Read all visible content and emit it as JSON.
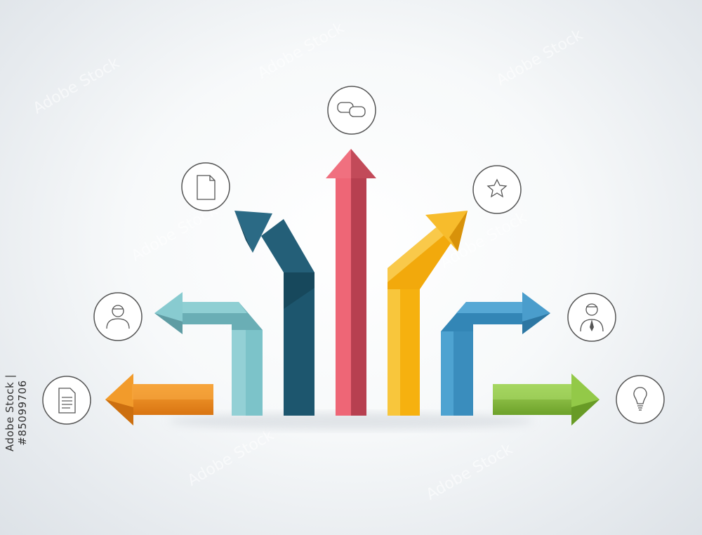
{
  "watermark": {
    "credit": "Adobe Stock | #85099706",
    "mark": "Adobe Stock"
  },
  "colors": {
    "center": "#e8586a",
    "left_up": "#1f5a73",
    "right_up": "#f6b614",
    "left_mid": "#7fc7cd",
    "right_mid": "#3a8fbf",
    "left_low": "#ef8f1f",
    "right_low": "#8cc63f"
  },
  "icons": [
    {
      "id": "speech-bubbles",
      "name": "speech-bubbles-icon"
    },
    {
      "id": "document-page",
      "name": "document-page-icon"
    },
    {
      "id": "star",
      "name": "star-icon"
    },
    {
      "id": "person",
      "name": "person-icon"
    },
    {
      "id": "businessman",
      "name": "businessman-icon"
    },
    {
      "id": "text-document",
      "name": "text-document-icon"
    },
    {
      "id": "light-bulb",
      "name": "light-bulb-icon"
    }
  ]
}
